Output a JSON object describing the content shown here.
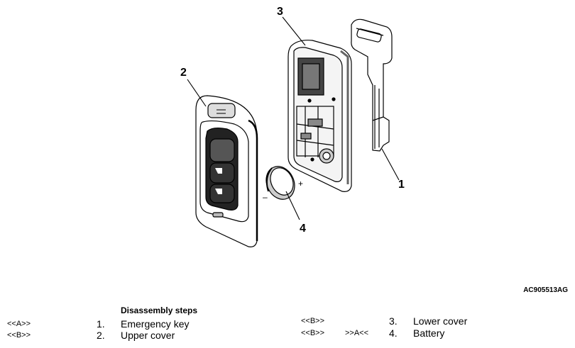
{
  "callouts": {
    "c1": "1",
    "c2": "2",
    "c3": "3",
    "c4": "4"
  },
  "battery_signs": {
    "plus": "+",
    "minus": "–"
  },
  "figure_code": "AC905513AG",
  "steps_title": "Disassembly steps",
  "steps": [
    {
      "tag1": "<<A>>",
      "tag2": "",
      "num": "1.",
      "label": "Emergency key"
    },
    {
      "tag1": "<<B>>",
      "tag2": "",
      "num": "2.",
      "label": "Upper cover"
    },
    {
      "tag1": "<<B>>",
      "tag2": "",
      "num": "3.",
      "label": "Lower cover"
    },
    {
      "tag1": "<<B>>",
      "tag2": ">>A<<",
      "num": "4.",
      "label": "Battery"
    }
  ]
}
